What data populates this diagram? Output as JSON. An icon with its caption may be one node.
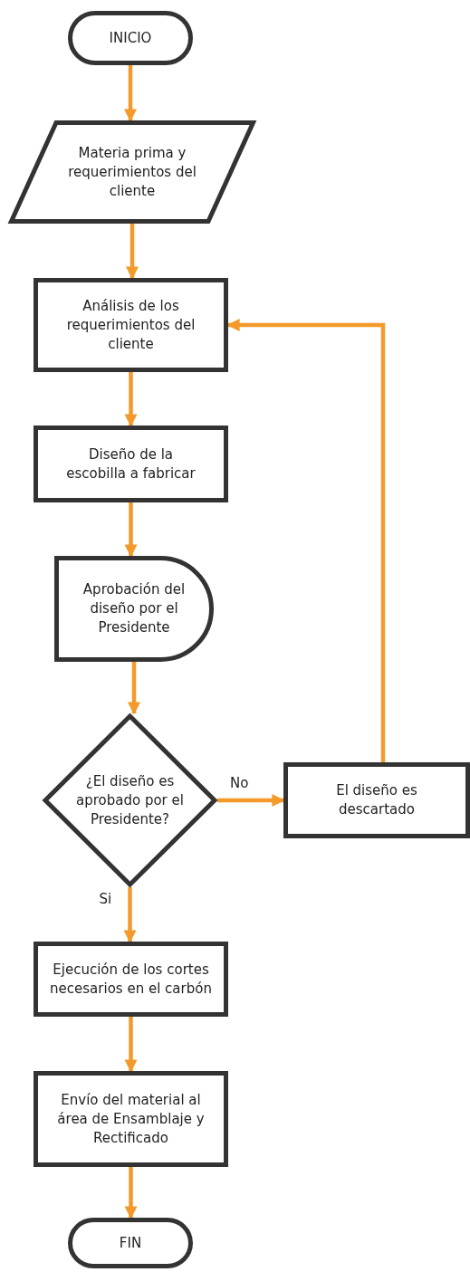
{
  "diagram": {
    "nodes": [
      {
        "text": [
          "INICIO"
        ]
      },
      {
        "text": [
          "Materia prima y requerimientos del cliente"
        ]
      },
      {
        "text": [
          "Análisis de los requerimientos del cliente"
        ]
      },
      {
        "text": [
          "Diseño de la escobilla a fabricar"
        ]
      },
      {
        "text": [
          "Aprobación del diseño por el Presidente"
        ]
      },
      {
        "text": [
          "¿El diseño es aprobado por el Presidente?"
        ]
      },
      {
        "text": [
          "El diseño es descartado"
        ]
      },
      {
        "text": [
          "Ejecución de los cortes necesarios en el carbón"
        ]
      },
      {
        "text": [
          "Envío del material al área de Ensamblaje y Rectificado"
        ]
      },
      {
        "text": [
          "FIN"
        ]
      }
    ],
    "edges": [
      {
        "from": 0,
        "to": 1,
        "arrow": "to"
      },
      {
        "from": 1,
        "to": 2,
        "arrow": "to"
      },
      {
        "from": 2,
        "to": 3,
        "arrow": "to"
      },
      {
        "from": 3,
        "to": 4,
        "arrow": "to"
      },
      {
        "from": 4,
        "to": 5,
        "arrow": "to"
      },
      {
        "from": 5,
        "to": 6,
        "arrow": "to",
        "label": "No"
      },
      {
        "from": 6,
        "to": 2,
        "arrow": "to"
      },
      {
        "from": 5,
        "to": 7,
        "arrow": "to",
        "label": "Si"
      },
      {
        "from": 7,
        "to": 8,
        "arrow": "to"
      },
      {
        "from": 8,
        "to": 9,
        "arrow": "to"
      }
    ]
  }
}
